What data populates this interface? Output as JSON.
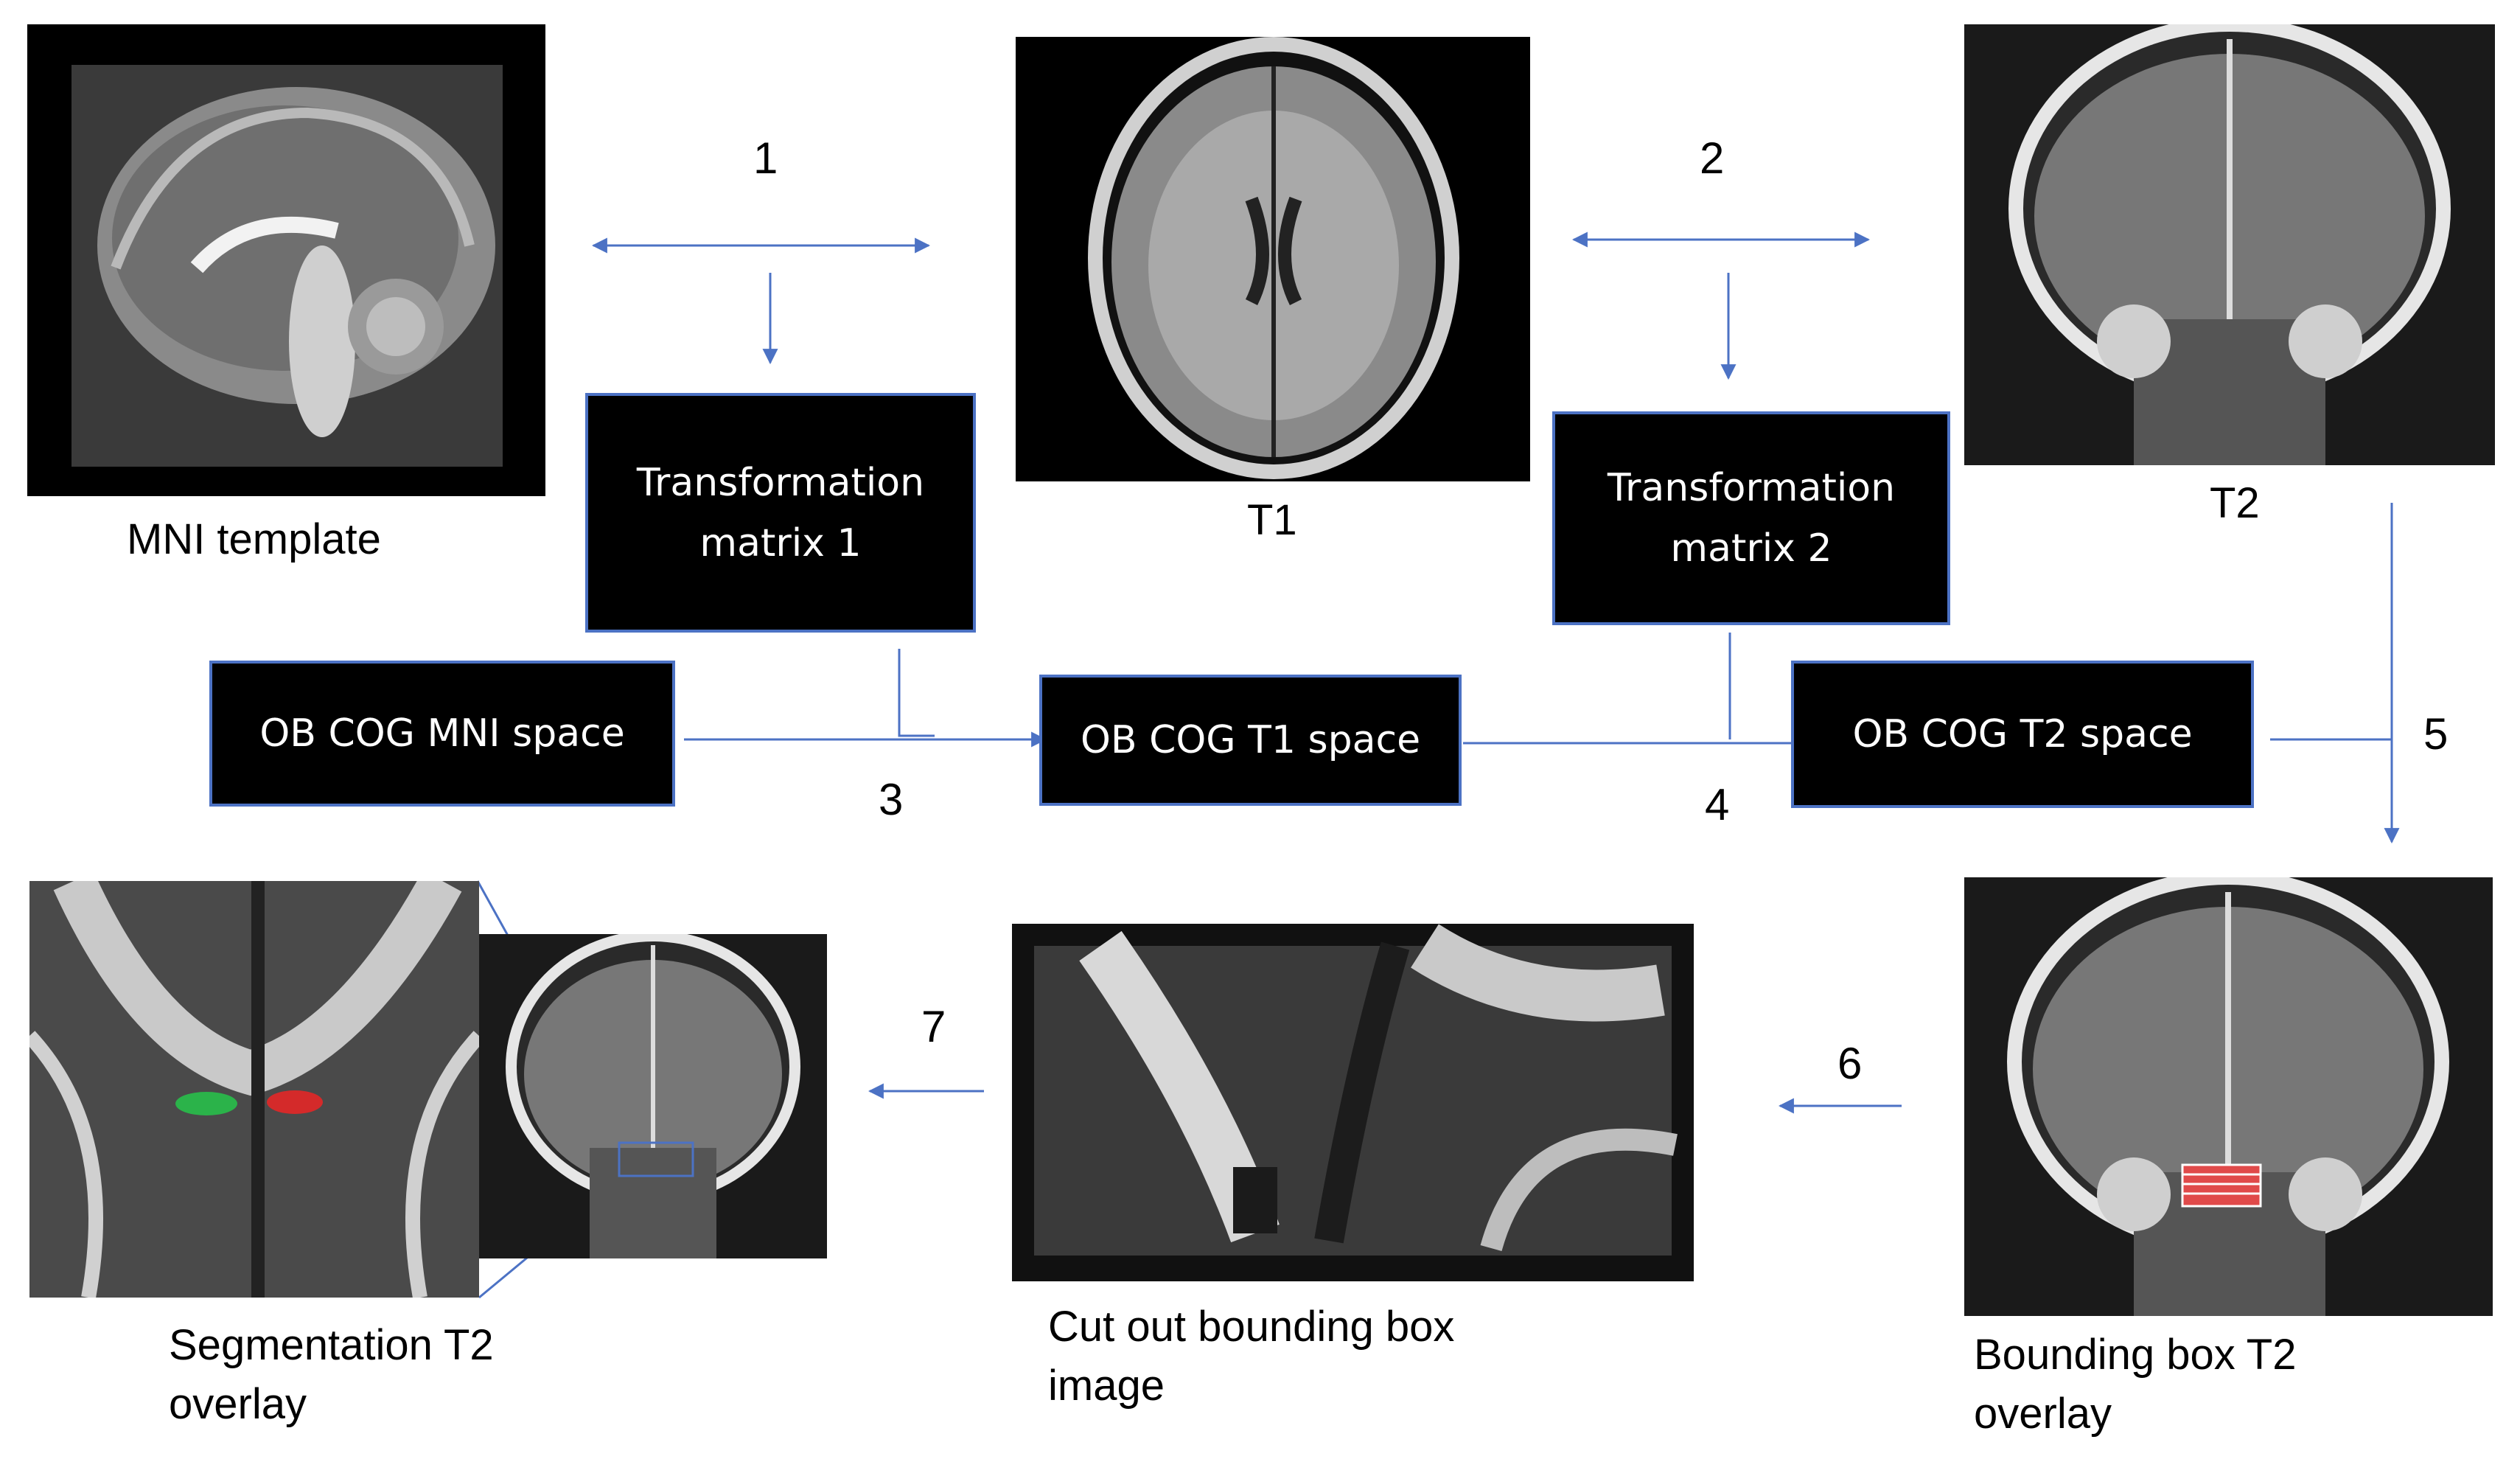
{
  "images": {
    "mni": {
      "label": "MNI template"
    },
    "t1": {
      "label": "T1"
    },
    "t2": {
      "label": "T2"
    },
    "bbox_t2": {
      "label": "Bounding box T2\noverlay"
    },
    "cutout": {
      "label": "Cut out bounding box\nimage"
    },
    "seg_t2": {
      "label": "Segmentation T2\noverlay"
    }
  },
  "boxes": {
    "tm1": "Transformation\nmatrix 1",
    "tm2": "Transformation\nmatrix 2",
    "cog_mni": "OB COG MNI space",
    "cog_t1": "OB COG T1 space",
    "cog_t2": "OB COG T2 space"
  },
  "steps": [
    "1",
    "2",
    "3",
    "4",
    "5",
    "6",
    "7"
  ],
  "colors": {
    "arrow": "#4c72c4",
    "segment_left": "#2bb34a",
    "segment_right": "#d42a2a",
    "bbox_fill": "#e04a4a"
  }
}
